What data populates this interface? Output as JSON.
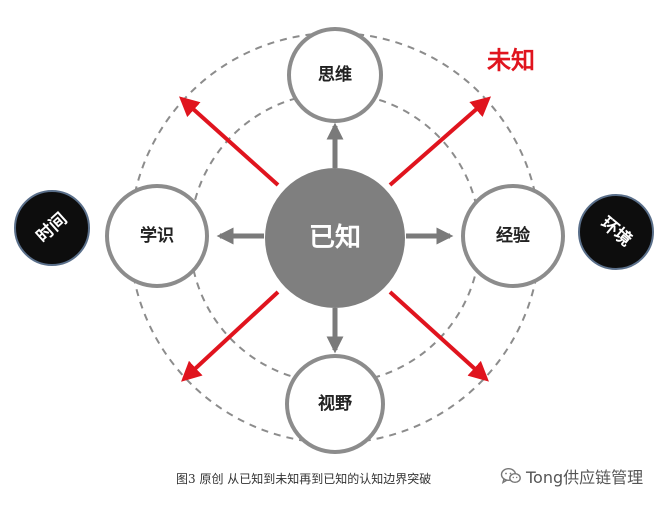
{
  "diagram": {
    "center_label": "已知",
    "nodes": {
      "top": "思维",
      "left": "学识",
      "right": "经验",
      "bottom": "视野"
    },
    "outer_left": "时间",
    "outer_right": "环境",
    "unknown_label": "未知"
  },
  "caption": "图3 原创 从已知到未知再到已知的认知边界突破",
  "watermark": {
    "text": "Tong供应链管理",
    "icon": "wechat-icon"
  },
  "colors": {
    "accent_red": "#e0141e",
    "center_fill": "#7f7f7f",
    "ring_stroke": "#8c8c8c",
    "arrow_gray": "#7a7a7a",
    "dark_node": "#0d0d0d"
  }
}
